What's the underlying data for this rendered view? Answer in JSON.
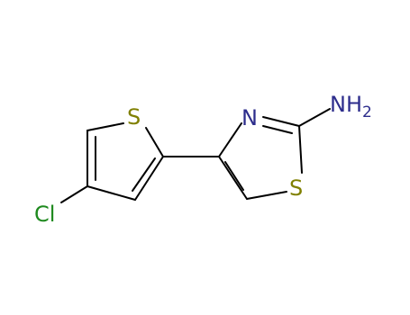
{
  "molecule": {
    "atoms": {
      "s_thiophene": "S",
      "cl": "Cl",
      "n_thiazole": "N",
      "s_thiazole": "S",
      "amine": "NH",
      "amine_subscript": "2"
    },
    "colors": {
      "bond": "#000000",
      "sulfur": "#808000",
      "nitrogen": "#2d2d8c",
      "chlorine": "#1f8a1f",
      "background": "#ffffff"
    }
  }
}
